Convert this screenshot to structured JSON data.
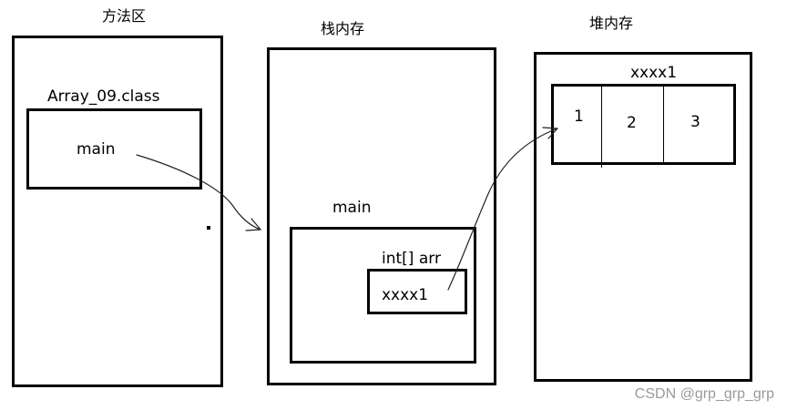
{
  "regions": {
    "method_area": {
      "title": "方法区",
      "class_label": "Array_09.class",
      "method": "main"
    },
    "stack": {
      "title": "栈内存",
      "frame_label": "main",
      "var_label": "int[] arr",
      "var_value": "xxxx1"
    },
    "heap": {
      "title": "堆内存",
      "array_address": "xxxx1",
      "elements": [
        "1",
        "2",
        "3"
      ]
    }
  },
  "watermark": "CSDN @grp_grp_grp"
}
